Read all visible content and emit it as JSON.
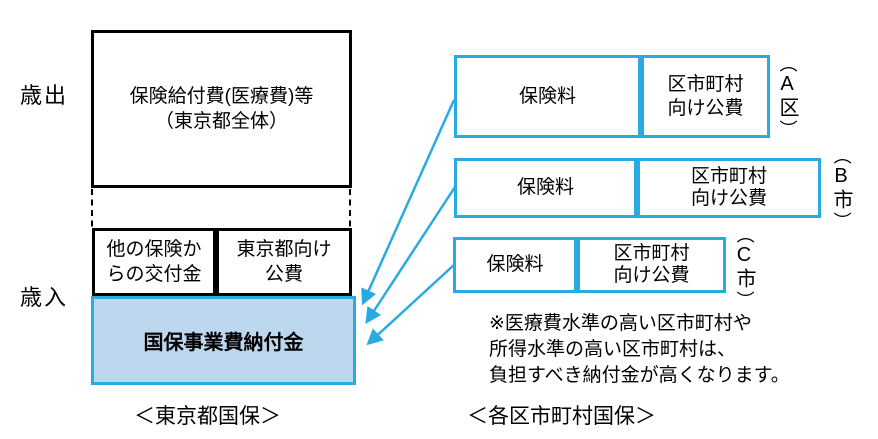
{
  "colors": {
    "accent_cyan": "#29abe2",
    "payment_fill": "#bdd7ee",
    "line_black": "#000000"
  },
  "left": {
    "expenditure_label": "歳出",
    "revenue_label": "歳入",
    "benefit_box": {
      "line1": "保険給付費(医療費)等",
      "line2": "（東京都全体）"
    },
    "grant_box": {
      "line1": "他の保険か",
      "line2": "らの交付金"
    },
    "subsidy_box": {
      "line1": "東京都向け",
      "line2": "公費"
    },
    "payment_box": {
      "label": "国保事業費納付金"
    },
    "caption": "＜東京都国保＞"
  },
  "right": {
    "paren_open": "（",
    "paren_close": "）",
    "rows": [
      {
        "premium": "保険料",
        "subsidy1": "区市町村",
        "subsidy2": "向け公費",
        "entity": "A区"
      },
      {
        "premium": "保険料",
        "subsidy1": "区市町村",
        "subsidy2": "向け公費",
        "entity": "B市"
      },
      {
        "premium": "保険料",
        "subsidy1": "区市町村",
        "subsidy2": "向け公費",
        "entity": "C市"
      }
    ],
    "note": {
      "line1": "※医療費水準の高い区市町村や",
      "line2": "所得水準の高い区市町村は、",
      "line3": "負担すべき納付金が高くなります。"
    },
    "caption": "＜各区市町村国保＞"
  }
}
